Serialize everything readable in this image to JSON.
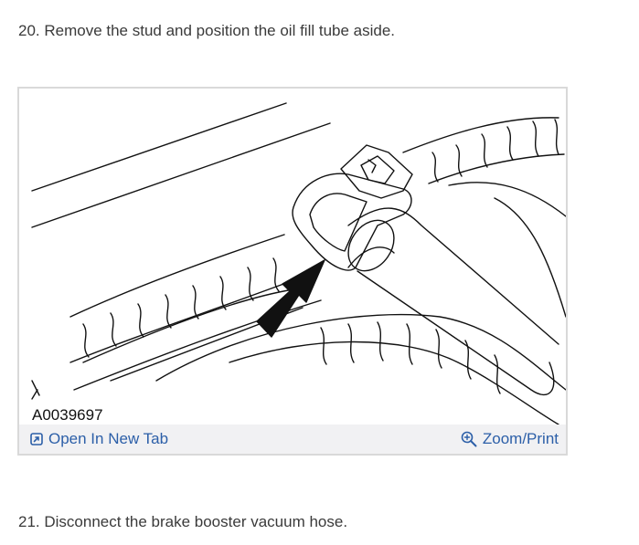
{
  "steps": {
    "step20": "20. Remove the stud and position the oil fill tube aside.",
    "step21": "21. Disconnect the brake booster vacuum hose."
  },
  "figure": {
    "id": "A0039697",
    "open_tab_label": "Open In New Tab",
    "zoom_label": "Zoom/Print",
    "open_tab_icon": "open-in-new-tab-icon",
    "zoom_icon": "magnifier-plus-icon"
  },
  "colors": {
    "link": "#2c5fa8",
    "toolbar_bg": "#f1f1f3",
    "card_border": "#d9d9d9",
    "text": "#3a3a3a"
  }
}
